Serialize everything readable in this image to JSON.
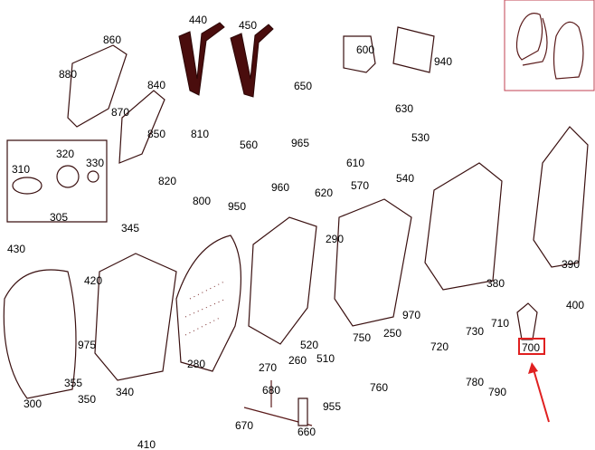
{
  "diagram": {
    "labels": [
      "440",
      "450",
      "860",
      "880",
      "600",
      "940",
      "650",
      "840",
      "870",
      "630",
      "850",
      "810",
      "560",
      "965",
      "530",
      "310",
      "320",
      "330",
      "610",
      "820",
      "540",
      "960",
      "570",
      "620",
      "800",
      "950",
      "305",
      "345",
      "290",
      "430",
      "390",
      "420",
      "380",
      "400",
      "970",
      "710",
      "975",
      "250",
      "520",
      "750",
      "730",
      "720",
      "700",
      "510",
      "270",
      "260",
      "280",
      "355",
      "340",
      "350",
      "780",
      "790",
      "760",
      "680",
      "955",
      "300",
      "670",
      "660",
      "410"
    ],
    "highlighted_label": "700",
    "colors": {
      "highlight": "#e02020",
      "line": "#5a1a1a",
      "inset_border": "#c04050"
    }
  }
}
